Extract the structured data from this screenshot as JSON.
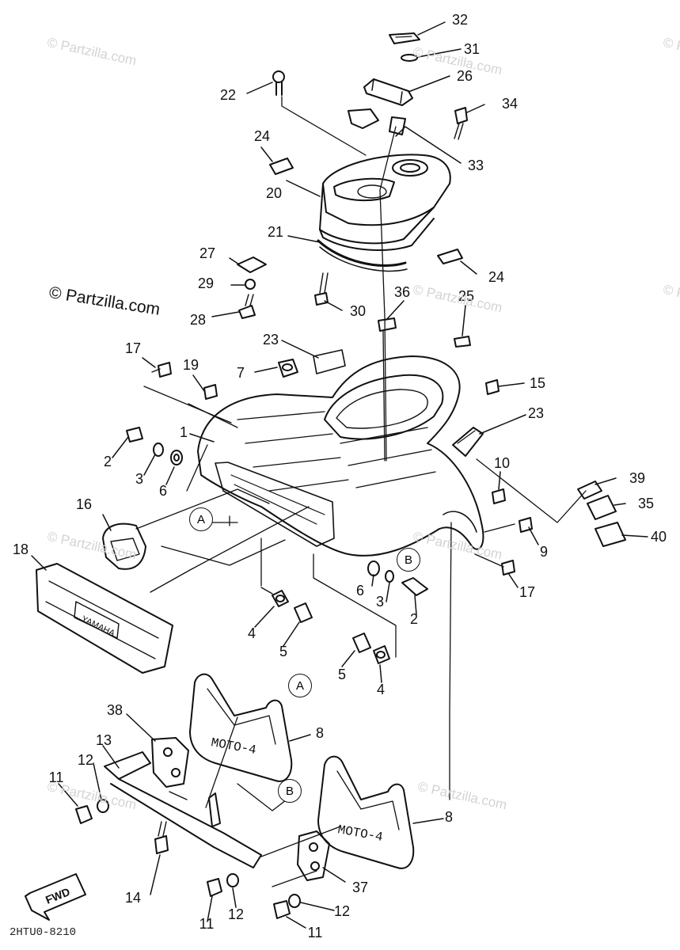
{
  "callouts": [
    "32",
    "31",
    "26",
    "22",
    "34",
    "33",
    "24",
    "20",
    "21",
    "27",
    "24",
    "29",
    "30",
    "28",
    "36",
    "25",
    "23",
    "17",
    "19",
    "7",
    "15",
    "1",
    "2",
    "3",
    "6",
    "23",
    "10",
    "39",
    "35",
    "16",
    "9",
    "40",
    "18",
    "6",
    "17",
    "3",
    "2",
    "4",
    "5",
    "5",
    "4",
    "38",
    "8",
    "13",
    "12",
    "11",
    "8",
    "14",
    "37",
    "12",
    "11",
    "12",
    "11"
  ],
  "refs": [
    "A",
    "B",
    "A",
    "B"
  ],
  "watermarks": [
    "© Partzilla.com",
    "© Partzilla.com",
    "© Partzilla.com",
    "© Partzilla.com",
    "© Partzilla.com",
    "© Partzilla.com",
    "© Partzilla.com",
    "© Partzilla.com",
    "© Partzilla.com"
  ],
  "watermark_main": "© Partzilla.com",
  "mudflap_text": "MOTO-4",
  "reflector_text": "YAMAHA",
  "fwd_label": "FWD",
  "diagram_code": "2HTU0-8210",
  "colors": {
    "ink": "#111111",
    "watermark": "#d3d3d3",
    "paper": "#ffffff"
  }
}
